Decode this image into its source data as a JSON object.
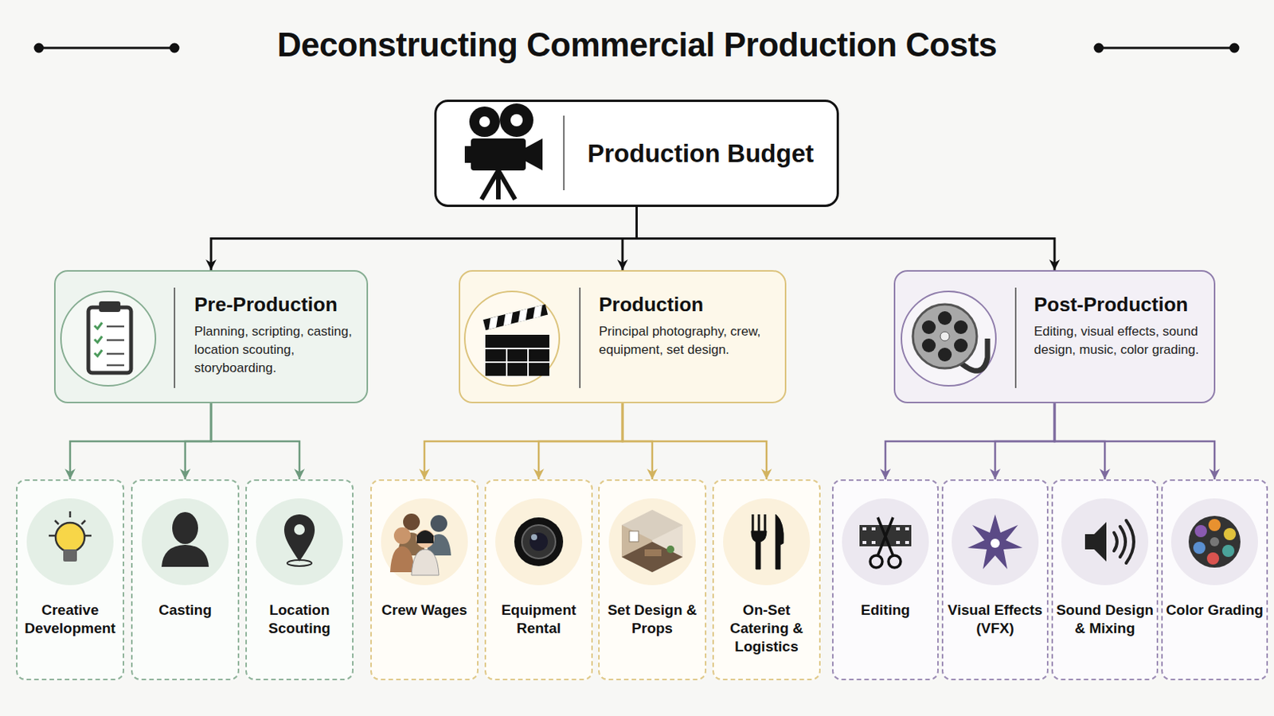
{
  "diagram": {
    "title": "Deconstructing Commercial Production Costs",
    "nodes": [
      {
        "text": [
          "Production Budget"
        ]
      },
      {
        "text": [
          "Pre-Production",
          "Planning, scripting, casting, location scouting, storyboarding."
        ]
      },
      {
        "text": [
          "Production",
          "Principal photography, crew, equipment, set design."
        ]
      },
      {
        "text": [
          "Post-Production",
          "Editing, visual effects, sound design, music, color grading."
        ]
      },
      {
        "text": [
          "Creative Development"
        ]
      },
      {
        "text": [
          "Casting"
        ]
      },
      {
        "text": [
          "Location Scouting"
        ]
      },
      {
        "text": [
          "Crew Wages"
        ]
      },
      {
        "text": [
          "Equipment Rental"
        ]
      },
      {
        "text": [
          "Set Design & Props"
        ]
      },
      {
        "text": [
          "On-Set Catering & Logistics"
        ]
      },
      {
        "text": [
          "Editing"
        ]
      },
      {
        "text": [
          "Visual Effects (VFX)"
        ]
      },
      {
        "text": [
          "Sound Design & Mixing"
        ]
      },
      {
        "text": [
          "Color Grading"
        ]
      }
    ],
    "edges": [
      {
        "from": 0,
        "to": 1,
        "arrow": "to"
      },
      {
        "from": 0,
        "to": 2,
        "arrow": "to"
      },
      {
        "from": 0,
        "to": 3,
        "arrow": "to"
      },
      {
        "from": 1,
        "to": 4,
        "arrow": "to"
      },
      {
        "from": 1,
        "to": 5,
        "arrow": "to"
      },
      {
        "from": 1,
        "to": 6,
        "arrow": "to"
      },
      {
        "from": 2,
        "to": 7,
        "arrow": "to"
      },
      {
        "from": 2,
        "to": 8,
        "arrow": "to"
      },
      {
        "from": 2,
        "to": 9,
        "arrow": "to"
      },
      {
        "from": 2,
        "to": 10,
        "arrow": "to"
      },
      {
        "from": 3,
        "to": 11,
        "arrow": "to"
      },
      {
        "from": 3,
        "to": 12,
        "arrow": "to"
      },
      {
        "from": 3,
        "to": 13,
        "arrow": "to"
      },
      {
        "from": 3,
        "to": 14,
        "arrow": "to"
      }
    ]
  }
}
